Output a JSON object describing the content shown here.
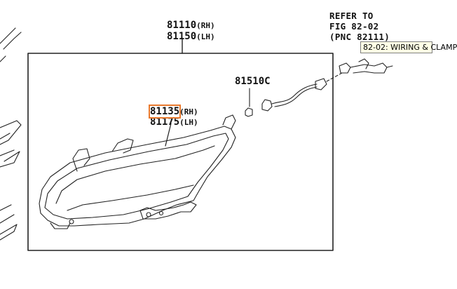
{
  "assembly": {
    "pn_rh": "81110",
    "pn_lh": "81150",
    "rh": "(RH)",
    "lh": "(LH)"
  },
  "lens": {
    "pn_rh": "81135",
    "pn_lh": "81175",
    "rh": "(RH)",
    "lh": "(LH)"
  },
  "bulb": {
    "pn": "81510C"
  },
  "reference": {
    "line1": "REFER TO",
    "line2": "FIG 82-02",
    "line3": "(PNC 82111)"
  },
  "tooltip": {
    "text": "82-02: WIRING & CLAMP"
  },
  "colors": {
    "highlight": "#e8792d",
    "tooltip_bg": "#ffffe6",
    "line": "#222222"
  }
}
